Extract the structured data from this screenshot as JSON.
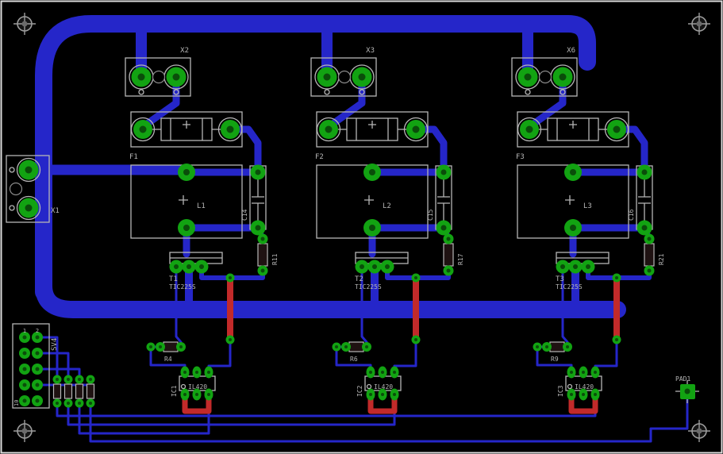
{
  "board": {
    "colors": {
      "background": "#000000",
      "border": "#dcdcdc",
      "copper_bottom": "#2526c9",
      "copper_top": "#c22a2a",
      "pad_green": "#12a312",
      "pad_hole": "#0a4d0a",
      "silkscreen": "#b6b6b6",
      "component_body": "#1f1212"
    }
  },
  "labels": {
    "x1": "X1",
    "sv4": "SV4",
    "sv4_pin1": "1",
    "sv4_pin2": "2",
    "sv4_pin10": "10",
    "pad1": "PAD1"
  },
  "channels": [
    {
      "connector": "X2",
      "fuse": "F1",
      "load": "L1",
      "cap": "C14",
      "snubber_resistor": "R11",
      "triac": "T1",
      "triac_part": "TIC225S",
      "gate_resistor": "R4",
      "optocoupler": "IC1",
      "optocoupler_part": "IL420"
    },
    {
      "connector": "X3",
      "fuse": "F2",
      "load": "L2",
      "cap": "C15",
      "snubber_resistor": "R17",
      "triac": "T2",
      "triac_part": "TIC225S",
      "gate_resistor": "R6",
      "optocoupler": "IC2",
      "optocoupler_part": "IL420"
    },
    {
      "connector": "X6",
      "fuse": "F3",
      "load": "L3",
      "cap": "C16",
      "snubber_resistor": "R21",
      "triac": "T3",
      "triac_part": "TIC225S",
      "gate_resistor": "R9",
      "optocoupler": "IC3",
      "optocoupler_part": "IL420"
    }
  ]
}
